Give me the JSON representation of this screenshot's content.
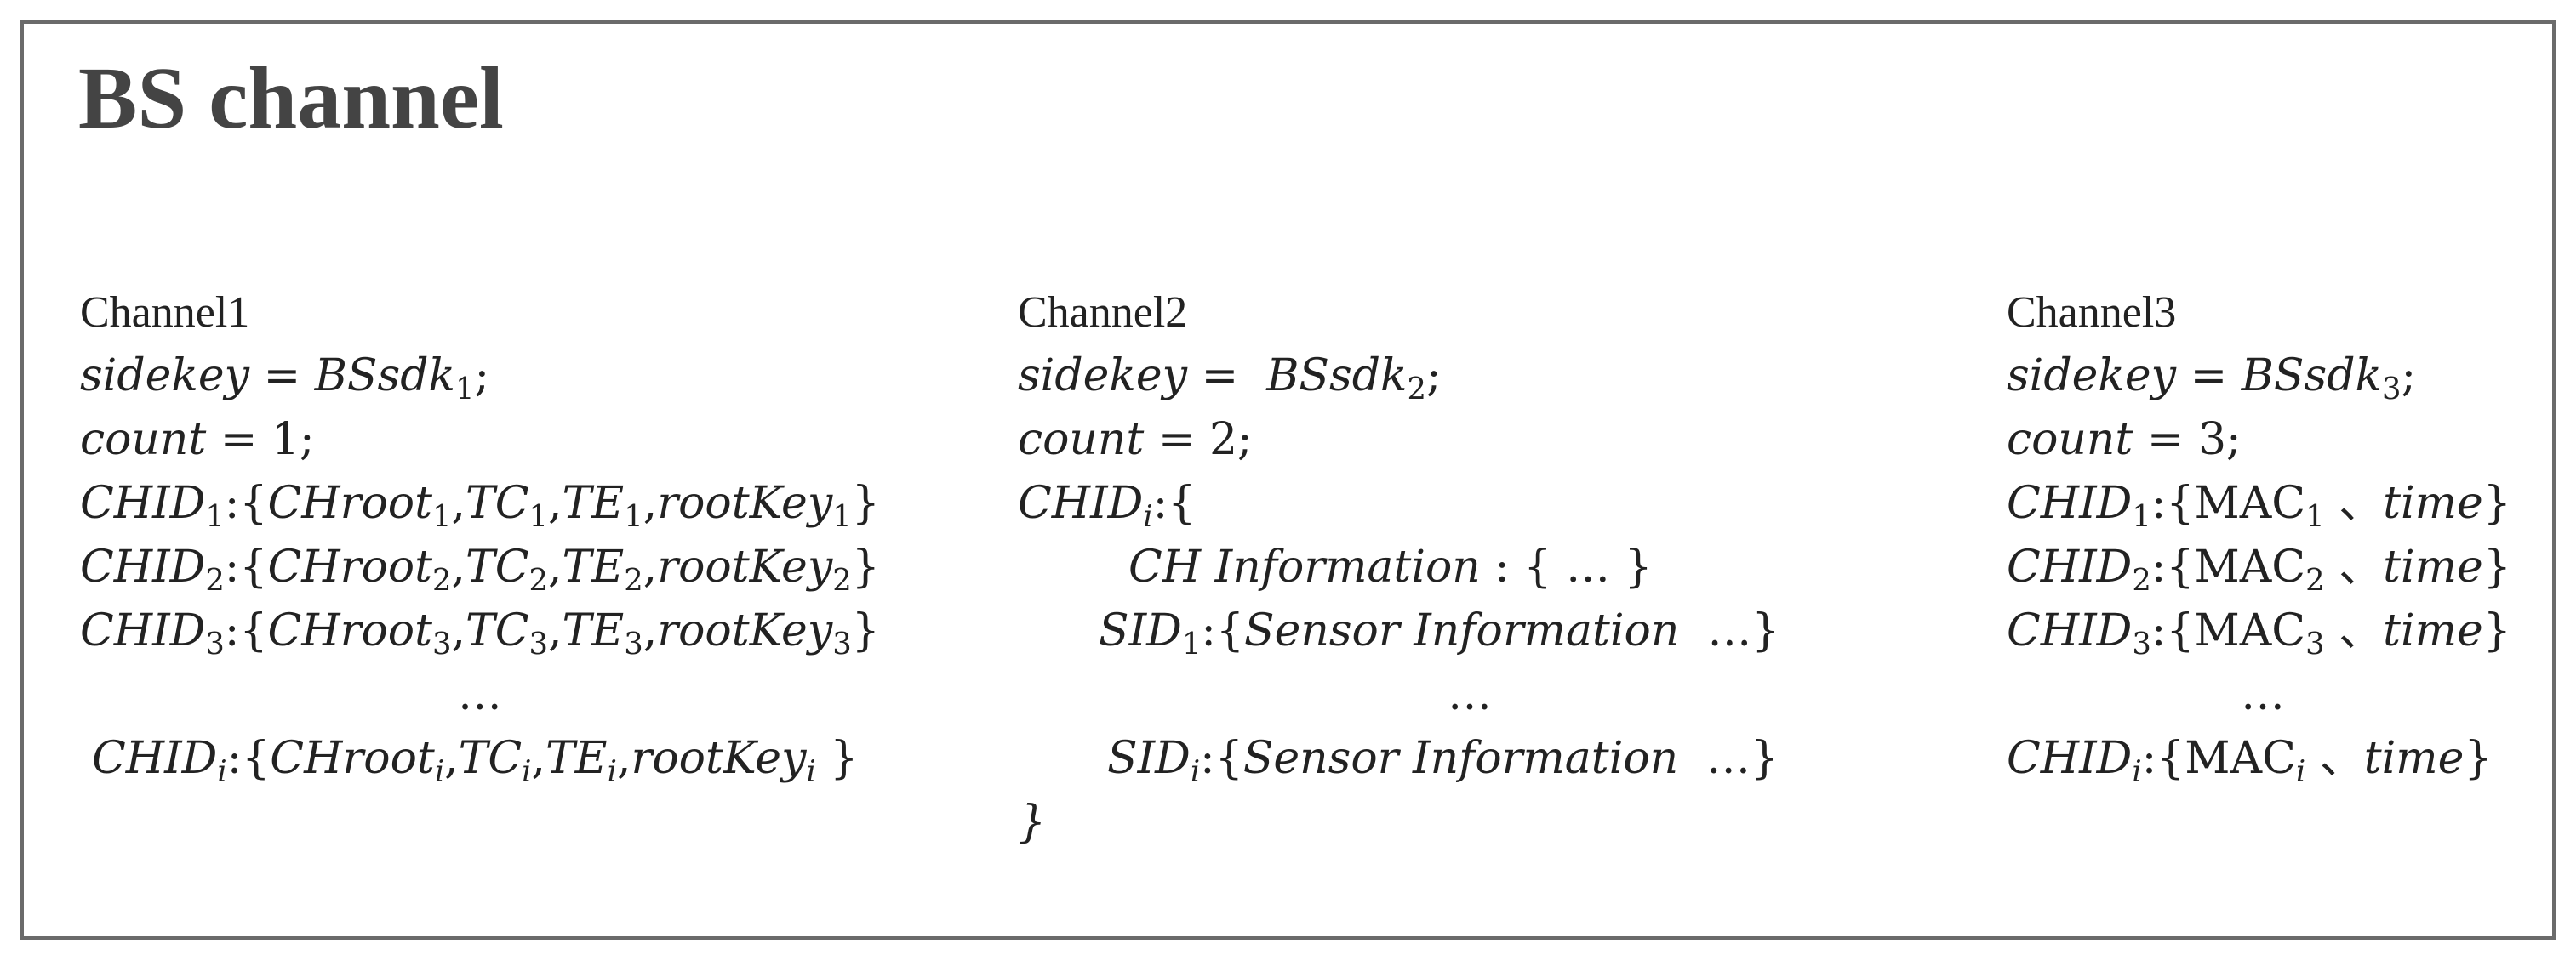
{
  "title": "BS channel",
  "channels": [
    {
      "heading": "Channel1",
      "sidekey": {
        "lhs": "sidekey",
        "eq": " = ",
        "name": "BSsdk",
        "sub": "1",
        "end": ";"
      },
      "count": {
        "lhs": "count",
        "eq": " = ",
        "val": "1",
        "end": ";"
      },
      "rows": [
        {
          "id": "CHID",
          "sub": "1",
          "c": ":{",
          "a": "CHroot",
          "as": "1",
          "b": "TC",
          "bs": "1",
          "d": "TE",
          "ds": "1",
          "e": "rootKey",
          "es": "1",
          "close": "}"
        },
        {
          "id": "CHID",
          "sub": "2",
          "c": ":{",
          "a": "CHroot",
          "as": "2",
          "b": "TC",
          "bs": "2",
          "d": "TE",
          "ds": "2",
          "e": "rootKey",
          "es": "2",
          "close": "}"
        },
        {
          "id": "CHID",
          "sub": "3",
          "c": ":{",
          "a": "CHroot",
          "as": "3",
          "b": "TC",
          "bs": "3",
          "d": "TE",
          "ds": "3",
          "e": "rootKey",
          "es": "3",
          "close": "}"
        }
      ],
      "dots": "…",
      "last": {
        "id": "CHID",
        "sub": "i",
        "c": ":{",
        "a": "CHroot",
        "as": "i",
        "b": "TC",
        "bs": "i",
        "d": "TE",
        "ds": "i",
        "e": "rootKey",
        "es": "i",
        "close": " }"
      }
    },
    {
      "heading": "Channel2",
      "sidekey": {
        "lhs": "sidekey",
        "eq": " =  ",
        "name": "BSsdk",
        "sub": "2",
        "end": ";"
      },
      "count": {
        "lhs": "count",
        "eq": " = ",
        "val": "2",
        "end": ";"
      },
      "open": {
        "id": "CHID",
        "sub": "i",
        "c": ":{"
      },
      "ch_info": {
        "label": "CH Information",
        "sep": " : { … }"
      },
      "sid1": {
        "id": "SID",
        "sub": "1",
        "c": ":{",
        "label": "Sensor Information",
        "tail": "  …}"
      },
      "dots": "…",
      "sidi": {
        "id": "SID",
        "sub": "i",
        "c": ":{",
        "label": "Sensor Information",
        "tail": "  …}"
      },
      "close": "}"
    },
    {
      "heading": "Channel3",
      "sidekey": {
        "lhs": "sidekey",
        "eq": " = ",
        "name": "BSsdk",
        "sub": "3",
        "end": ";"
      },
      "count": {
        "lhs": "count",
        "eq": " = ",
        "val": "3",
        "end": ";"
      },
      "rows": [
        {
          "id": "CHID",
          "sub": "1",
          "c": ":{",
          "mac": "MAC",
          "ms": "1",
          "sep": " 、",
          "t": "time",
          "close": "}"
        },
        {
          "id": "CHID",
          "sub": "2",
          "c": ":{",
          "mac": "MAC",
          "ms": "2",
          "sep": " 、",
          "t": "time",
          "close": "}"
        },
        {
          "id": "CHID",
          "sub": "3",
          "c": ":{",
          "mac": "MAC",
          "ms": "3",
          "sep": " 、",
          "t": "time",
          "close": "}"
        }
      ],
      "dots": "…",
      "last": {
        "id": "CHID",
        "sub": "i",
        "c": ":{",
        "mac": "MAC",
        "ms": "i",
        "sep": " 、",
        "t": "time",
        "close": "}"
      }
    }
  ]
}
